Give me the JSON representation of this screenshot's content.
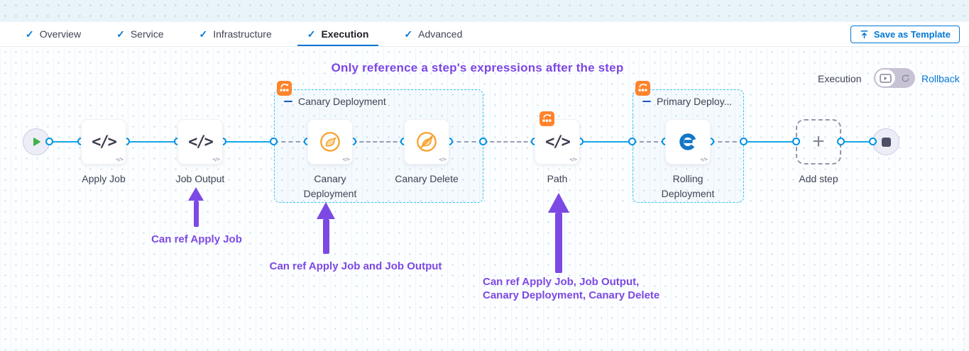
{
  "colors": {
    "accent_blue": "#0278d5",
    "connector_blue": "#18a6e5",
    "port_blue": "#0092e4",
    "annotation_purple": "#7c49e4",
    "badge_orange": "#ff832b",
    "canary_orange": "#f6a12d",
    "rolling_blue": "#1277c8",
    "group_dash_blue": "#41c0ef",
    "play_green": "#43b24a"
  },
  "icons": {
    "check": "✓",
    "code": "</>",
    "plus": "+"
  },
  "tabs": [
    {
      "label": "Overview"
    },
    {
      "label": "Service"
    },
    {
      "label": "Infrastructure"
    },
    {
      "label": "Execution"
    },
    {
      "label": "Advanced"
    }
  ],
  "toolbar": {
    "save_as_template": "Save as Template"
  },
  "view_toggle": {
    "execution_label": "Execution",
    "rollback_label": "Rollback"
  },
  "heading": "Only reference a step's expressions after the step",
  "pipeline": {
    "groups": {
      "canary": "Canary Deployment",
      "primary": "Primary Deploy..."
    },
    "steps": {
      "apply_job": "Apply Job",
      "job_output": "Job Output",
      "canary_deployment": "Canary Deployment",
      "canary_delete": "Canary Delete",
      "path": "Path",
      "rolling_deployment": "Rolling Deployment",
      "add_step": "Add step"
    }
  },
  "annotations": {
    "ref1": "Can ref Apply Job",
    "ref2": "Can ref Apply Job and Job Output",
    "ref3_line1": "Can ref Apply Job, Job Output,",
    "ref3_line2": "Canary Deployment, Canary Delete"
  }
}
